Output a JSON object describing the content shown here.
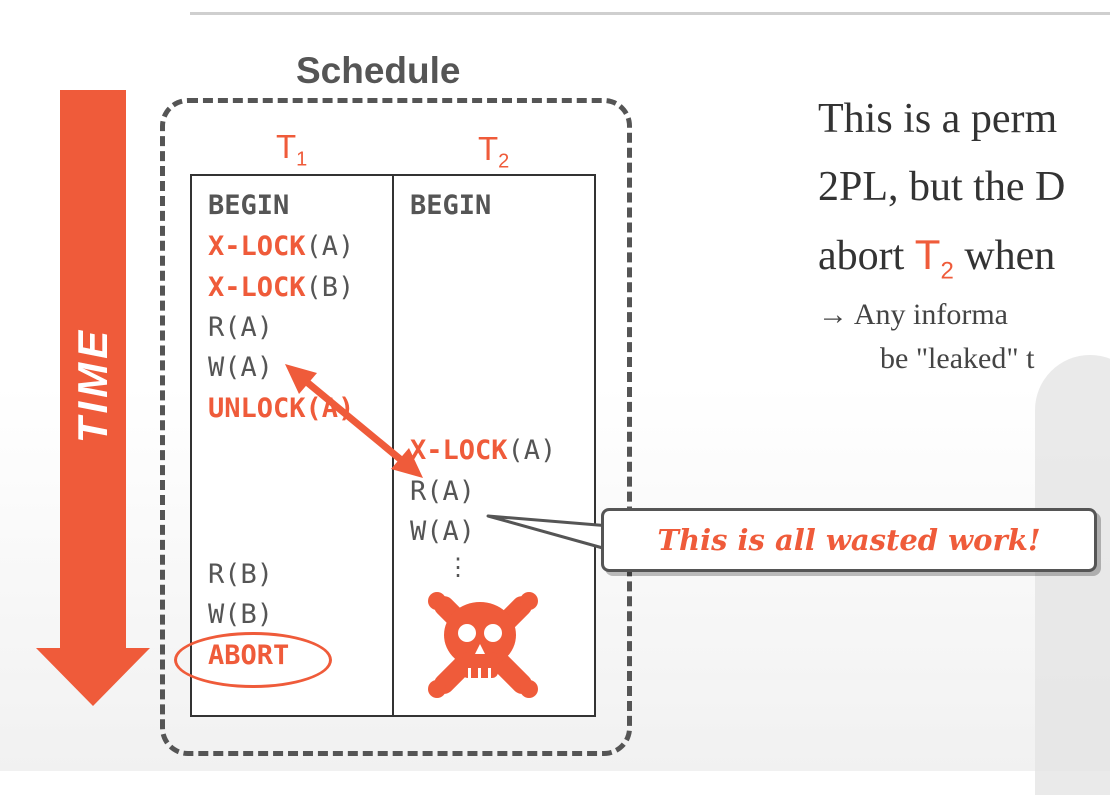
{
  "schedule": {
    "title": "Schedule",
    "time_label": "TIME",
    "t1_header": {
      "name": "T",
      "sub": "1"
    },
    "t2_header": {
      "name": "T",
      "sub": "2"
    },
    "t1_ops": {
      "begin": "BEGIN",
      "xlock_a_kw": "X-LOCK",
      "xlock_a_arg": "(A)",
      "xlock_b_kw": "X-LOCK",
      "xlock_b_arg": "(B)",
      "read_a": "R(A)",
      "write_a": "W(A)",
      "unlock_a": "UNLOCK(A)",
      "read_b": "R(B)",
      "write_b": "W(B)",
      "abort": "ABORT"
    },
    "t2_ops": {
      "begin": "BEGIN",
      "xlock_a_kw": "X-LOCK",
      "xlock_a_arg": "(A)",
      "read_a": "R(A)",
      "write_a": "W(A)",
      "ellipsis": "⋮"
    }
  },
  "callout": {
    "text": "This is all wasted work!"
  },
  "explanation": {
    "line1": "This is a perm",
    "line2": "2PL, but the D",
    "line3_pre": "abort ",
    "line3_t": "T",
    "line3_sub": "2",
    "line3_post": " when",
    "bullet1": "→  Any informa",
    "bullet2": "be \"leaked\" t"
  },
  "colors": {
    "accent": "#ef5b3a",
    "text": "#555555",
    "dark": "#333333"
  },
  "icons": {
    "time_arrow": "down-arrow",
    "skull": "skull-crossbones",
    "link_arrow": "double-headed-arrow"
  }
}
